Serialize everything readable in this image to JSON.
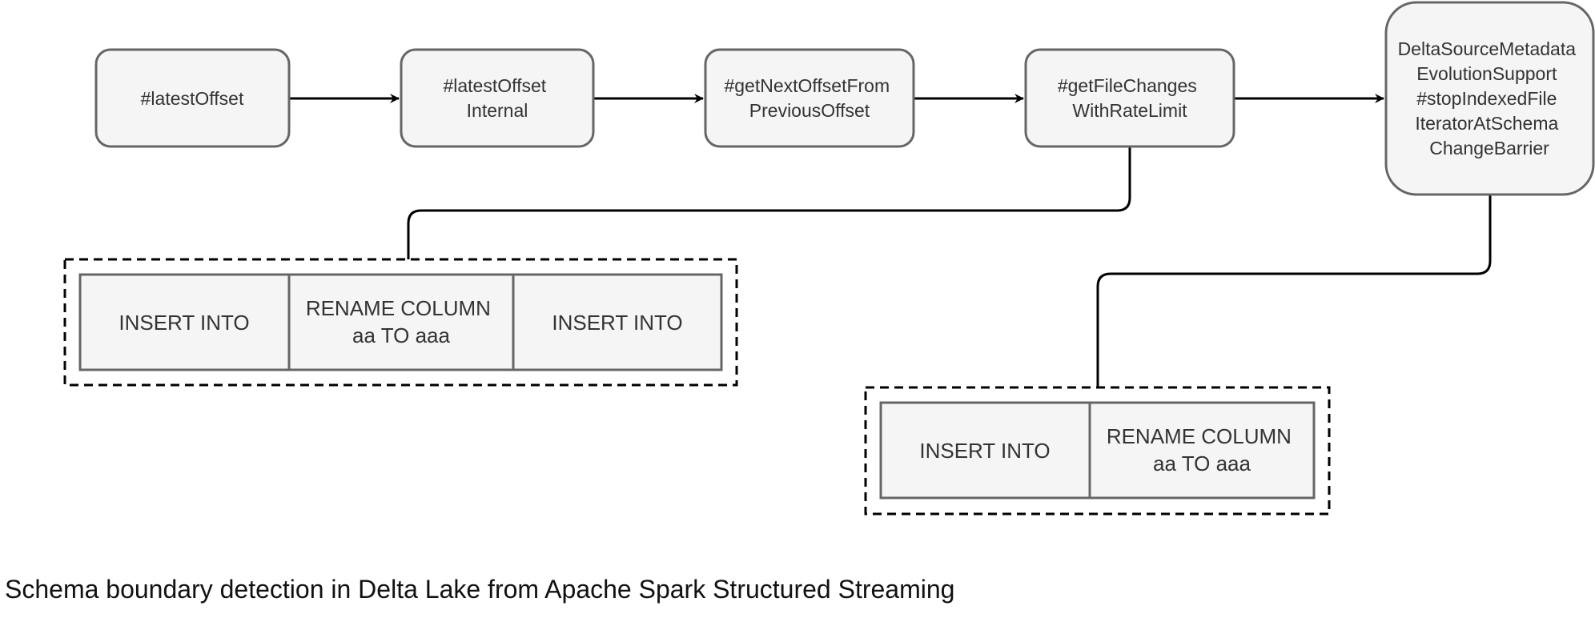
{
  "nodes": [
    {
      "id": "latest-offset",
      "lines": [
        "#latestOffset"
      ]
    },
    {
      "id": "latest-offset-internal",
      "lines": [
        "#latestOffset",
        "Internal"
      ]
    },
    {
      "id": "get-next-offset",
      "lines": [
        "#getNextOffsetFrom",
        "PreviousOffset"
      ]
    },
    {
      "id": "get-file-changes",
      "lines": [
        "#getFileChanges",
        "WithRateLimit"
      ]
    },
    {
      "id": "delta-source-metadata",
      "lines": [
        "DeltaSourceMetadata",
        "EvolutionSupport",
        "#stopIndexedFile",
        "IteratorAtSchema",
        "ChangeBarrier"
      ]
    }
  ],
  "groups": [
    {
      "id": "group-1",
      "cells": [
        {
          "lines": [
            "INSERT INTO"
          ]
        },
        {
          "lines": [
            "RENAME COLUMN",
            "aa TO aaa"
          ]
        },
        {
          "lines": [
            "INSERT INTO"
          ]
        }
      ]
    },
    {
      "id": "group-2",
      "cells": [
        {
          "lines": [
            "INSERT INTO"
          ]
        },
        {
          "lines": [
            "RENAME COLUMN",
            "aa TO aaa"
          ]
        }
      ]
    }
  ],
  "caption": "Schema boundary detection in Delta Lake from Apache Spark Structured Streaming"
}
